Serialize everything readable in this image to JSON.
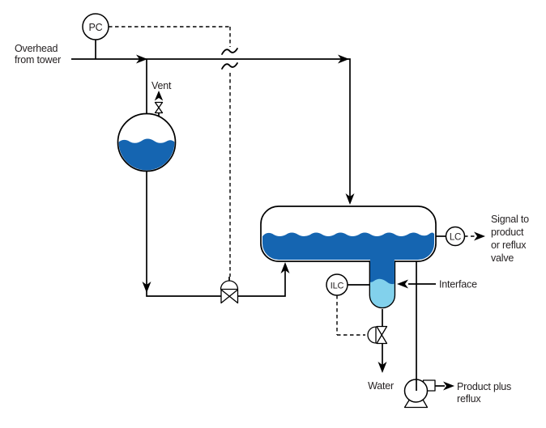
{
  "colors": {
    "liquid_dark": "#1565b1",
    "liquid_light": "#82d1ec",
    "line": "#000000",
    "text": "#231f20"
  },
  "labels": {
    "overhead": [
      "Overhead",
      "from tower"
    ],
    "vent": "Vent",
    "water": "Water",
    "interface": "Interface",
    "signal": [
      "Signal to",
      "product",
      "or reflux",
      "valve"
    ],
    "product": [
      "Product plus",
      "reflux"
    ]
  },
  "instruments": {
    "pressure_controller": "PC",
    "level_controller": "LC",
    "interface_level_controller": "ILC"
  }
}
